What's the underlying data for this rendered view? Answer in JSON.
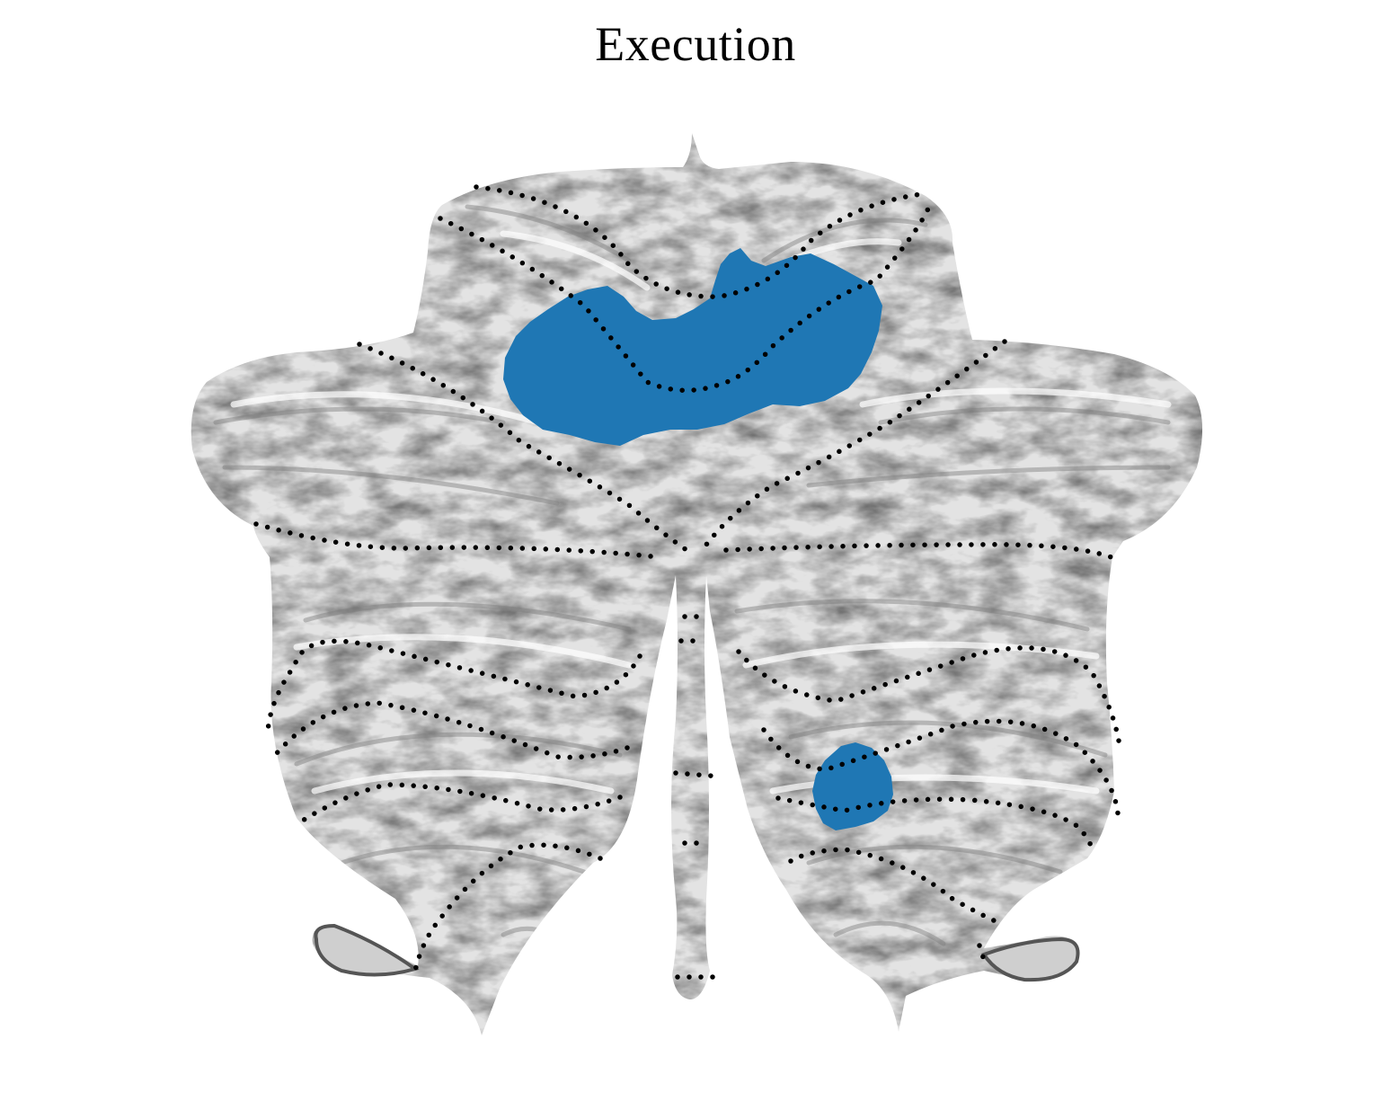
{
  "title": "Execution",
  "colors": {
    "activation": "#1f77b4",
    "background_map": "#e3e3e3",
    "map_shading": "#9a9a9a",
    "boundary": "#000000",
    "page": "#ffffff"
  },
  "map": {
    "type": "cerebellar-flatmap",
    "boundary_style": "dotted",
    "activation_clusters": 2
  }
}
